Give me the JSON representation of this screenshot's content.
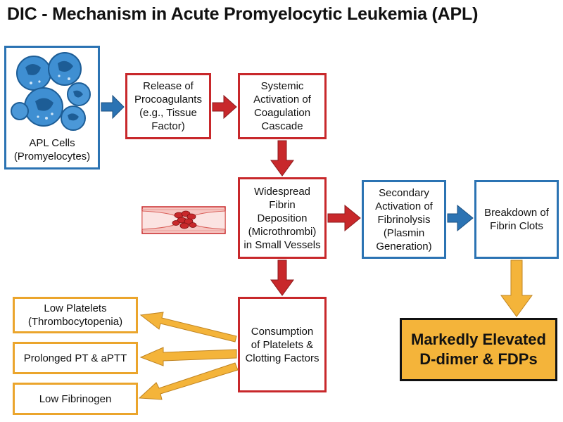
{
  "title": "DIC - Mechanism in Acute Promyelocytic Leukemia (APL)",
  "boxes": {
    "apl_cells": "APL Cells\n(Promyelocytes)",
    "procoagulants": "Release of\nProcoagulants\n(e.g., Tissue\nFactor)",
    "systemic_activation": "Systemic\nActivation of\nCoagulation\nCascade",
    "fibrin_deposition": "Widespread\nFibrin\nDeposition\n(Microthrombi)\nin Small Vessels",
    "fibrinolysis": "Secondary\nActivation of\nFibrinolysis\n(Plasmin\nGeneration)",
    "breakdown": "Breakdown of\nFibrin Clots",
    "consumption": "Consumption\nof Platelets &\nClotting Factors",
    "low_platelets": "Low Platelets\n(Thrombocytopenia)",
    "prolonged_pt": "Prolonged PT & aPTT",
    "low_fibrinogen": "Low Fibrinogen",
    "result": "Markedly Elevated\nD-dimer & FDPs"
  },
  "icons": {
    "cells": "apl-cells-illustration-icon",
    "vessel": "blood-vessel-clot-icon"
  },
  "colors": {
    "red": "#c8282b",
    "blue": "#2b73b3",
    "yellow": "#eba52c",
    "result_fill": "#f4b43a",
    "cell_fill": "#3f8fd2"
  }
}
